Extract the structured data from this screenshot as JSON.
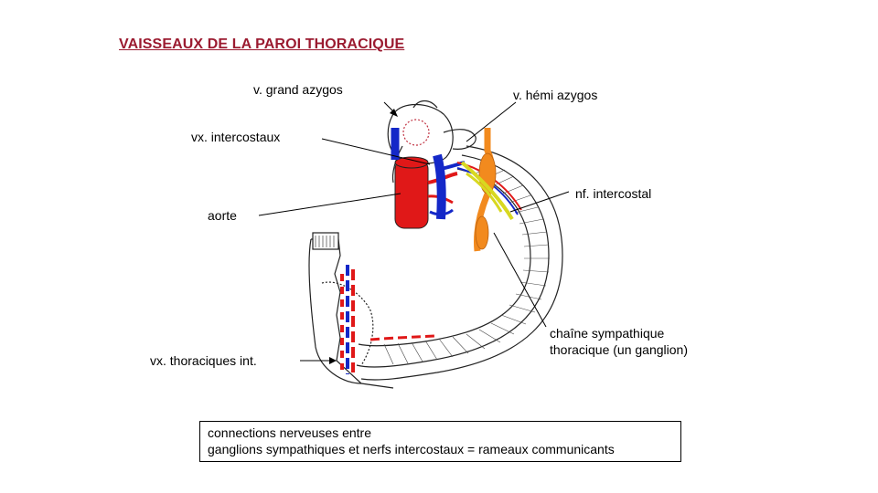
{
  "title": "VAISSEAUX DE LA PAROI THORACIQUE",
  "labels": {
    "grand_azygos": "v. grand azygos",
    "hemi_azygos": "v. hémi azygos",
    "intercostaux": "vx. intercostaux",
    "aorte": "aorte",
    "nf_intercostal": "nf. intercostal",
    "chaine_line1": "chaîne sympathique",
    "chaine_line2": "thoracique (un ganglion)",
    "thoraciques_int": "vx. thoraciques int."
  },
  "note": {
    "line1": "connections nerveuses entre",
    "line2": "ganglions sympathiques et nerfs intercostaux = rameaux communicants"
  },
  "colors": {
    "title": "#9b1b30",
    "artery": "#e01818",
    "vein": "#1428c8",
    "nerve_chain": "#f28a1e",
    "nerve": "#d8d820"
  }
}
